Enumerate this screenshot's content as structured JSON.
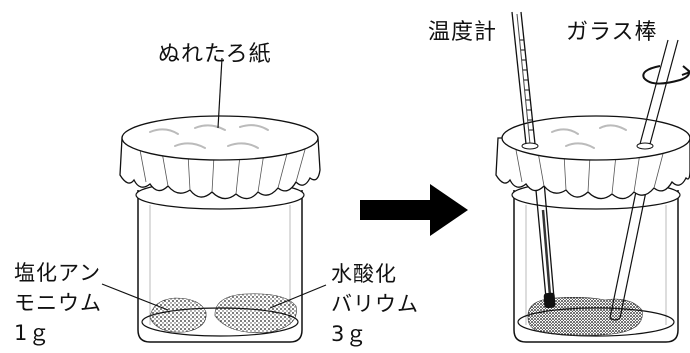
{
  "labels": {
    "wet_paper": "ぬれたろ紙",
    "ammonium_chloride_l1": "塩化アン",
    "ammonium_chloride_l2": "モニウム",
    "ammonium_chloride_l3": "1ｇ",
    "barium_hydroxide_l1": "水酸化",
    "barium_hydroxide_l2": "バリウム",
    "barium_hydroxide_l3": "3ｇ",
    "thermometer": "温度計",
    "glass_rod": "ガラス棒"
  },
  "icons": {
    "arrow": "right-arrow-icon",
    "rotation": "rotation-icon"
  },
  "colors": {
    "line": "#111111",
    "arrow": "#000000"
  }
}
